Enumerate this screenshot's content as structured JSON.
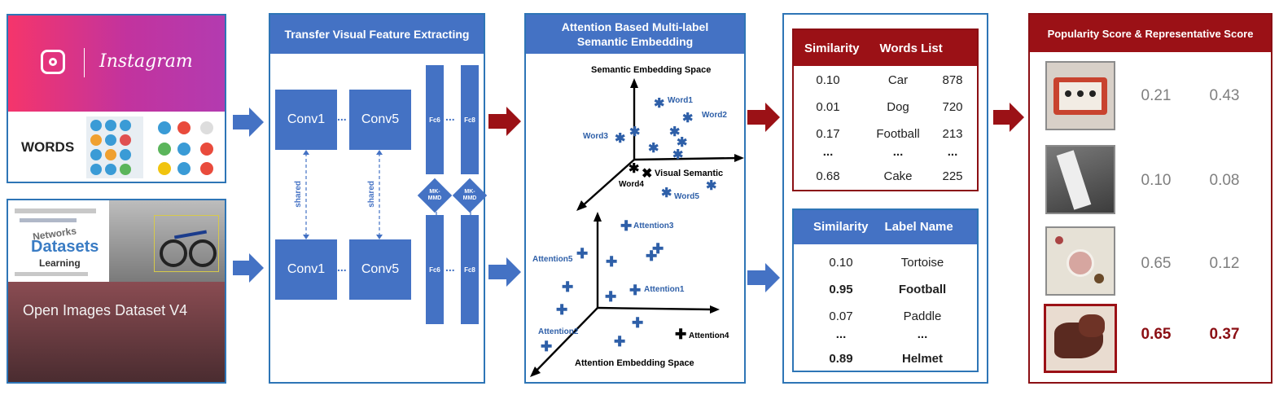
{
  "sources": {
    "instagram_name": "Instagram",
    "words_label": "WORDS",
    "datasets_word": "Datasets",
    "networks_word": "Networks",
    "learning_word": "Learning",
    "open_images_title": "Open Images Dataset V4"
  },
  "extractor": {
    "title": "Transfer Visual Feature Extracting",
    "conv1": "Conv1",
    "conv5": "Conv5",
    "fc6": "Fc6",
    "fc8": "Fc8",
    "dots": "...",
    "shared": "shared",
    "mkmmd": "MK-MMD"
  },
  "embedding": {
    "title": "Attention Based Multi-label Semantic Embedding",
    "semantic_space": "Semantic Embedding Space",
    "attention_space": "Attention Embedding Space",
    "words": [
      "Word1",
      "Word2",
      "Word3",
      "Word4",
      "Word5"
    ],
    "visual_semantic": "Visual Semantic",
    "attentions": [
      "Attention1",
      "Attention2",
      "Attention3",
      "Attention4",
      "Attention5"
    ]
  },
  "words_table": {
    "col1": "Similarity",
    "col2": "Words List",
    "rows": [
      {
        "sim": "0.10",
        "word": "Car",
        "count": "878"
      },
      {
        "sim": "0.01",
        "word": "Dog",
        "count": "720"
      },
      {
        "sim": "0.17",
        "word": "Football",
        "count": "213"
      },
      {
        "sim": "...",
        "word": "...",
        "count": "..."
      },
      {
        "sim": "0.68",
        "word": "Cake",
        "count": "225"
      }
    ]
  },
  "labels_table": {
    "col1": "Similarity",
    "col2": "Label Name",
    "rows": [
      {
        "sim": "0.10",
        "label": "Tortoise",
        "bold": false
      },
      {
        "sim": "0.95",
        "label": "Football",
        "bold": true
      },
      {
        "sim": "0.07",
        "label": "Paddle",
        "bold": false
      },
      {
        "sim": "...",
        "label": "...",
        "bold": false
      },
      {
        "sim": "0.89",
        "label": "Helmet",
        "bold": true
      }
    ]
  },
  "scores": {
    "title": "Popularity Score & Representative Score",
    "rows": [
      {
        "popularity": "0.21",
        "representative": "0.43"
      },
      {
        "popularity": "0.10",
        "representative": "0.08"
      },
      {
        "popularity": "0.65",
        "representative": "0.12"
      },
      {
        "popularity": "0.65",
        "representative": "0.37"
      }
    ]
  },
  "colors": {
    "blue": "#4472c4",
    "dark_red": "#9b1116",
    "border_blue": "#2e75b6"
  }
}
